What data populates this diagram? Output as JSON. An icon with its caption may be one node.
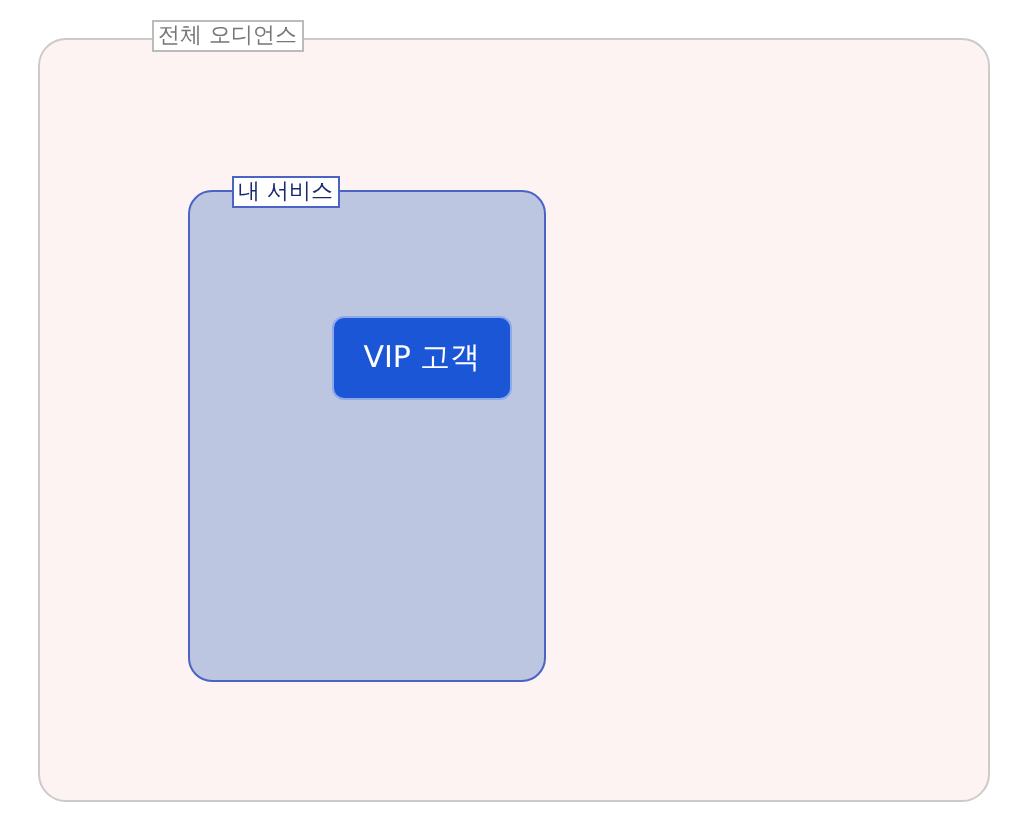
{
  "diagram": {
    "nodes": [
      {
        "text": [
          "전체 오디언스"
        ]
      },
      {
        "text": [
          "내 서비스"
        ],
        "in": 0
      },
      {
        "text": [
          "VIP 고객"
        ],
        "in": 1
      }
    ]
  }
}
